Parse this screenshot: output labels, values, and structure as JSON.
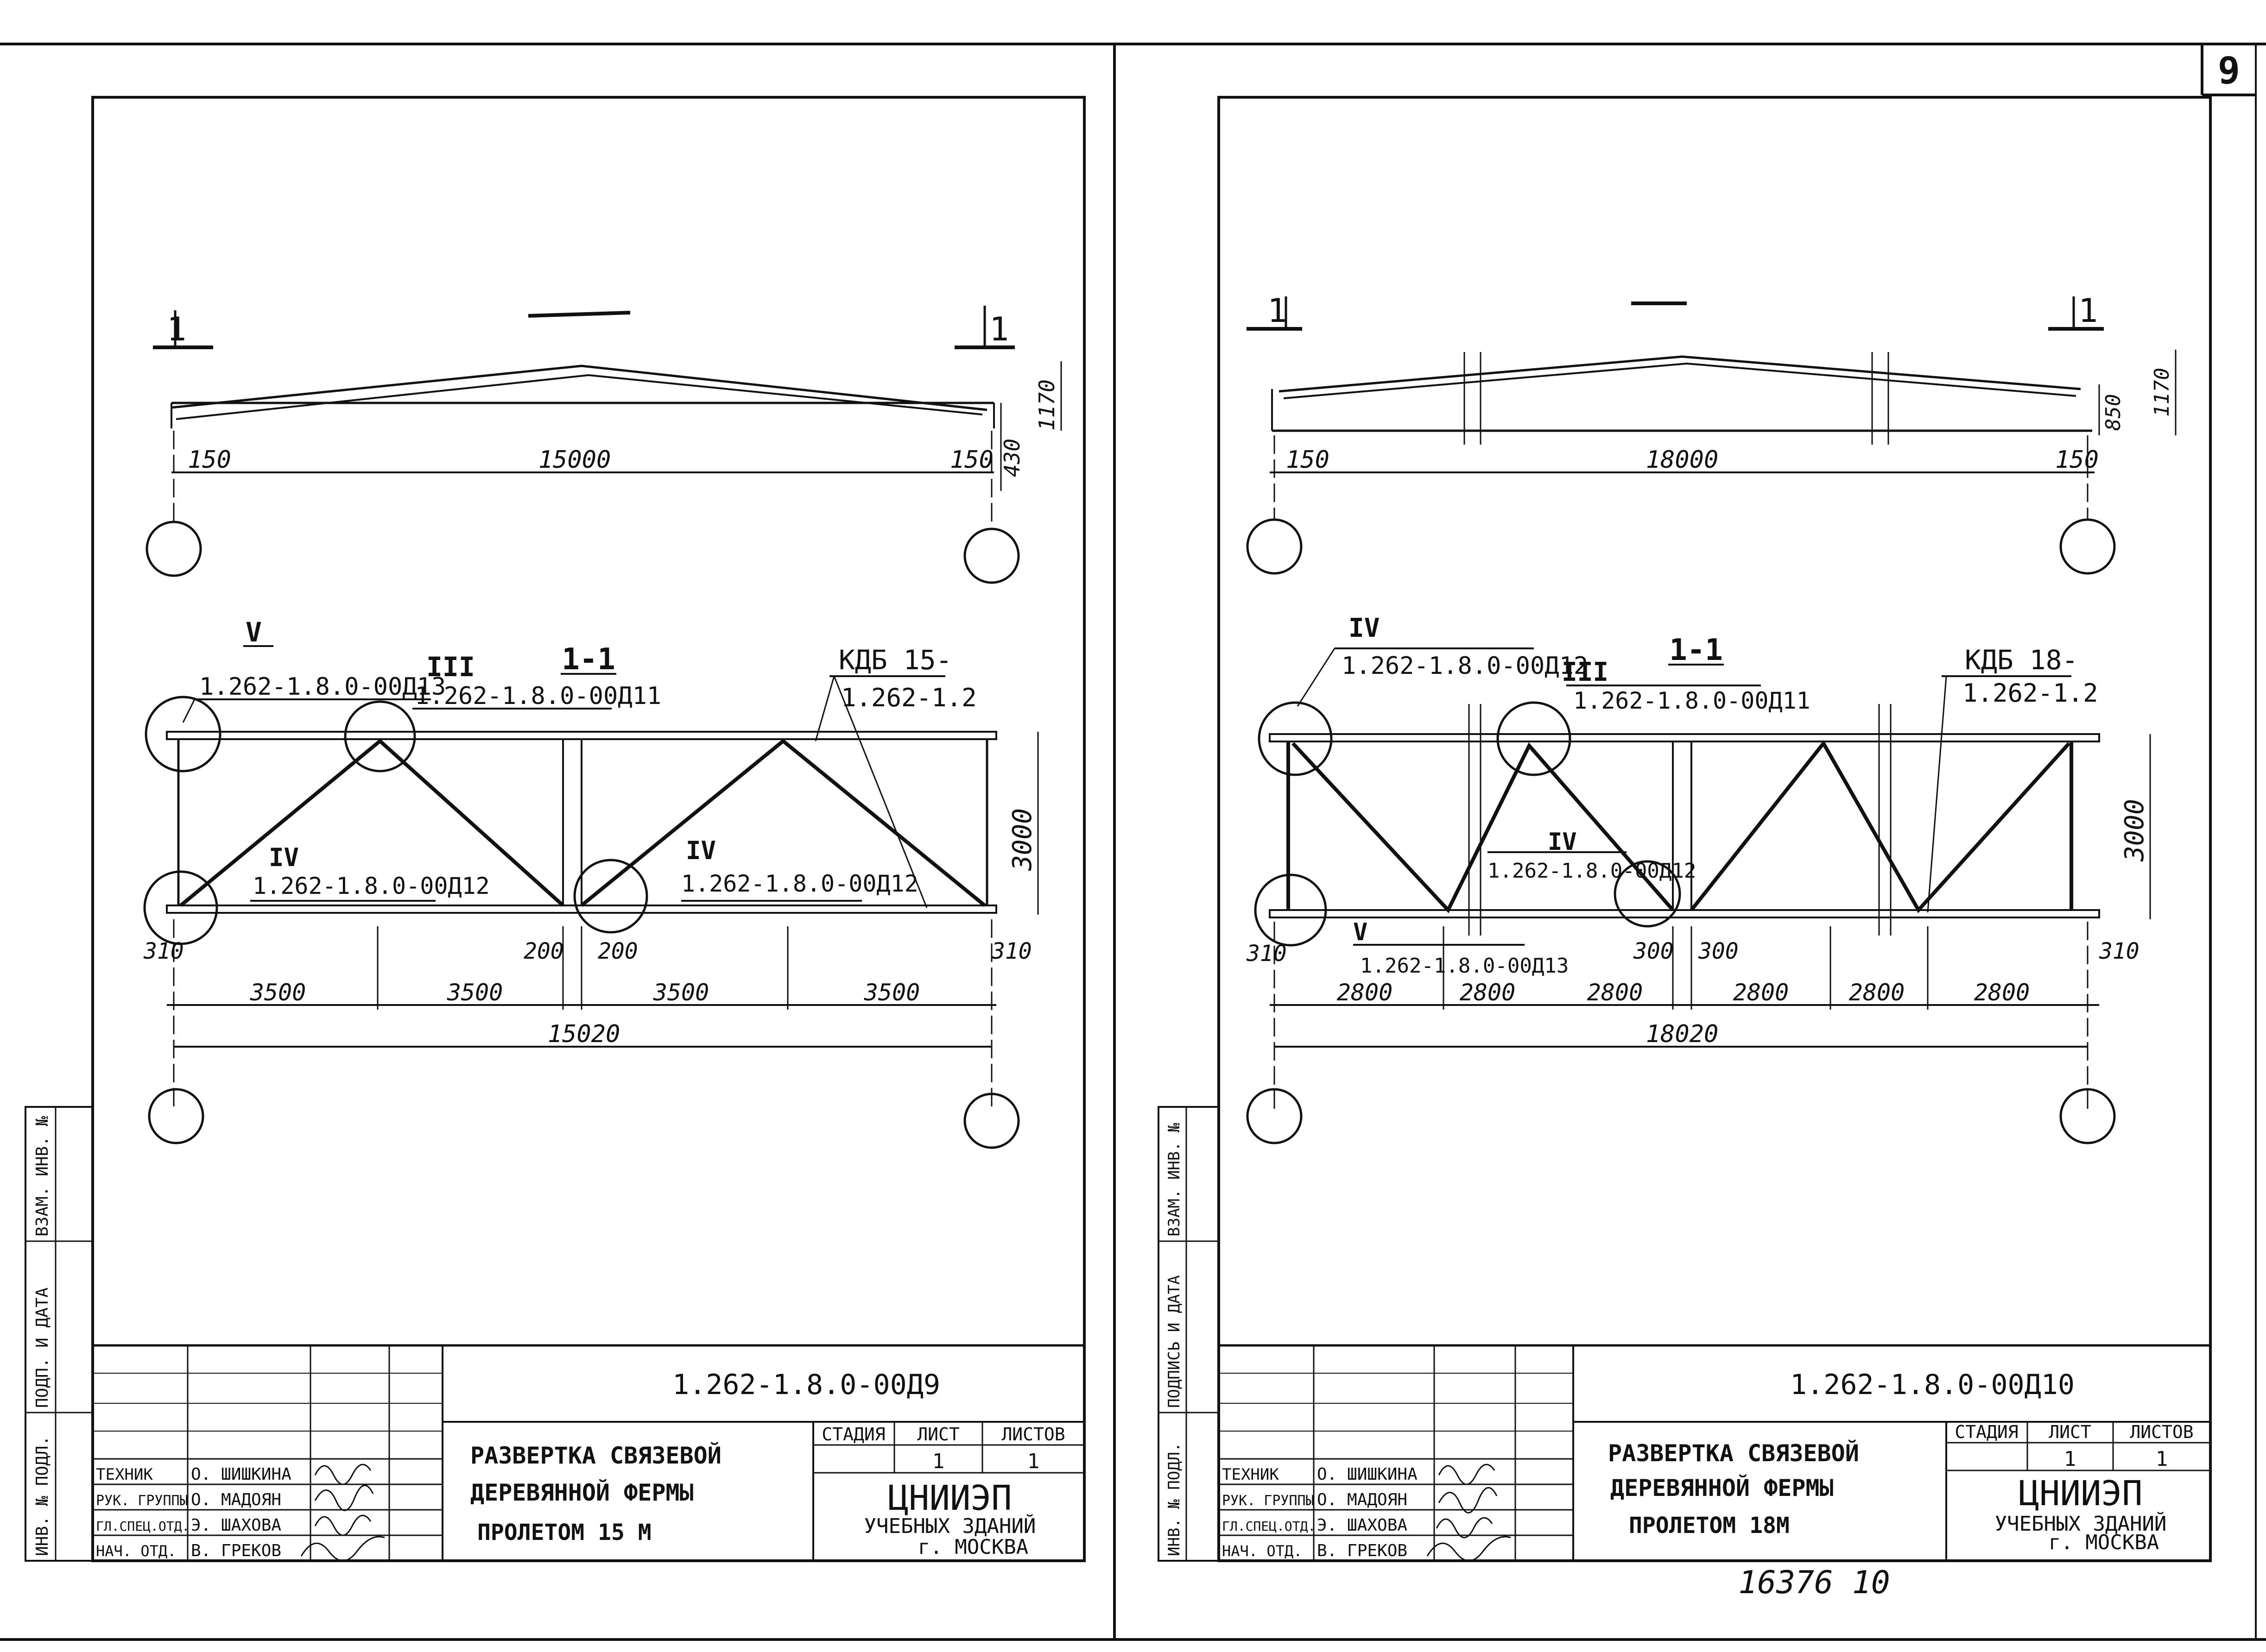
{
  "page_number": "9",
  "footer_number": "16376 10",
  "sheets": [
    {
      "id": "left",
      "elevation": {
        "section_marks": [
          "1",
          "1"
        ],
        "dim_150_left": "150",
        "span": "15000",
        "dim_150_right": "150",
        "dim_430": "430",
        "dim_1170": "1170",
        "breaks": false
      },
      "section": {
        "title": "1-1",
        "height_dim": "3000",
        "bottom_dims": [
          "310",
          "3500",
          "3500",
          "200",
          "200",
          "3500",
          "3500",
          "310"
        ],
        "overall": "15020",
        "callouts": [
          {
            "roman": "V",
            "code": "1.262-1.8.0-00Д13"
          },
          {
            "roman": "III",
            "code": "1.262-1.8.0-00Д11"
          },
          {
            "roman": "IV",
            "code": "1.262-1.8.0-00Д12"
          },
          {
            "roman": "IV",
            "code": "1.262-1.8.0-00Д12"
          }
        ],
        "kdb_label": [
          "КДБ 15-",
          "1.262-1.2"
        ]
      },
      "title_block": {
        "doc_code": "1.262-1.8.0-00Д9",
        "title_lines": [
          "РАЗВЕРТКА СВЯЗЕВОЙ",
          "ДЕРЕВЯННОЙ ФЕРМЫ",
          "ПРОЛЕТОМ 15 М"
        ],
        "stage_headers": [
          "СТАДИЯ",
          "ЛИСТ",
          "ЛИСТОВ"
        ],
        "stage_values": [
          "",
          "1",
          "1"
        ],
        "org": "ЦНИИЭП",
        "org_sub": [
          "УЧЕБНЫХ ЗДАНИЙ",
          "г. МОСКВА"
        ],
        "roles": [
          "ТЕХНИК",
          "РУК. ГРУППЫ",
          "ГЛ.СПЕЦ.ОТД.",
          "НАЧ. ОТД."
        ],
        "names": [
          "О. ШИШКИНА",
          "О. МАДОЯН",
          "Э. ШАХОВА",
          "В. ГРЕКОВ"
        ]
      },
      "side_labels": [
        "ИНВ. № ПОДЛ.",
        "ПОДП. И ДАТА",
        "ВЗАМ. ИНВ. №"
      ]
    },
    {
      "id": "right",
      "elevation": {
        "section_marks": [
          "1",
          "1"
        ],
        "dim_150_left": "150",
        "span": "18000",
        "dim_150_right": "150",
        "dim_850": "850",
        "dim_1170": "1170",
        "breaks": true
      },
      "section": {
        "title": "1-1",
        "height_dim": "3000",
        "bottom_dims": [
          "310",
          "2800",
          "2800",
          "2800",
          "300",
          "300",
          "2800",
          "2800",
          "2800",
          "310"
        ],
        "overall": "18020",
        "callouts": [
          {
            "roman": "IV",
            "code": "1.262-1.8.0-00Д12"
          },
          {
            "roman": "III",
            "code": "1.262-1.8.0-00Д11"
          },
          {
            "roman": "IV",
            "code": "1.262-1.8.0-00Д12"
          },
          {
            "roman": "V",
            "code": "1.262-1.8.0-00Д13"
          }
        ],
        "kdb_label": [
          "КДБ 18-",
          "1.262-1.2"
        ]
      },
      "title_block": {
        "doc_code": "1.262-1.8.0-00Д10",
        "title_lines": [
          "РАЗВЕРТКА СВЯЗЕВОЙ",
          "ДЕРЕВЯННОЙ ФЕРМЫ",
          "ПРОЛЕТОМ 18М"
        ],
        "stage_headers": [
          "СТАДИЯ",
          "ЛИСТ",
          "ЛИСТОВ"
        ],
        "stage_values": [
          "",
          "1",
          "1"
        ],
        "org": "ЦНИИЭП",
        "org_sub": [
          "УЧЕБНЫХ ЗДАНИЙ",
          "г. МОСКВА"
        ],
        "roles": [
          "ТЕХНИК",
          "РУК. ГРУППЫ",
          "ГЛ.СПЕЦ.ОТД.",
          "НАЧ. ОТД."
        ],
        "names": [
          "О. ШИШКИНА",
          "О. МАДОЯН",
          "Э. ШАХОВА",
          "В. ГРЕКОВ"
        ]
      },
      "side_labels": [
        "ИНВ. № ПОДЛ.",
        "ПОДПИСЬ И ДАТА",
        "ВЗАМ. ИНВ. №"
      ]
    }
  ]
}
